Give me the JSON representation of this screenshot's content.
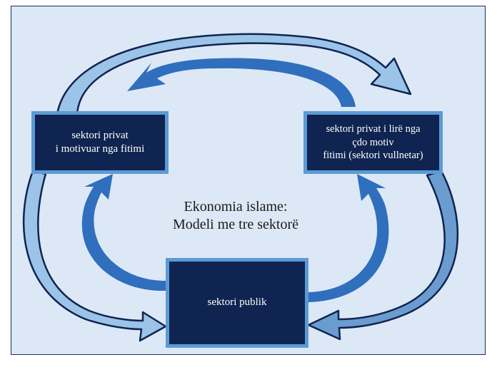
{
  "diagram": {
    "center_title": {
      "line1": "Ekonomia islame:",
      "line2": "Modeli me tre sektorë"
    },
    "nodes": {
      "private_profit": "sektori privat\ni motivuar nga fitimi",
      "private_nonprofit": "sektori privat i lirë nga\nçdo motiv\nfitimi (sektori vullnetar)",
      "public": "sektori publik"
    },
    "colors": {
      "background": "#dde8f6",
      "box_fill": "#0f2450",
      "box_border": "#5b9bd5",
      "arrow_light": "#9cc3e8",
      "arrow_mid": "#6b9ccf",
      "arrow_dark": "#2f6fbd",
      "arrow_outline": "#0f2450"
    }
  }
}
